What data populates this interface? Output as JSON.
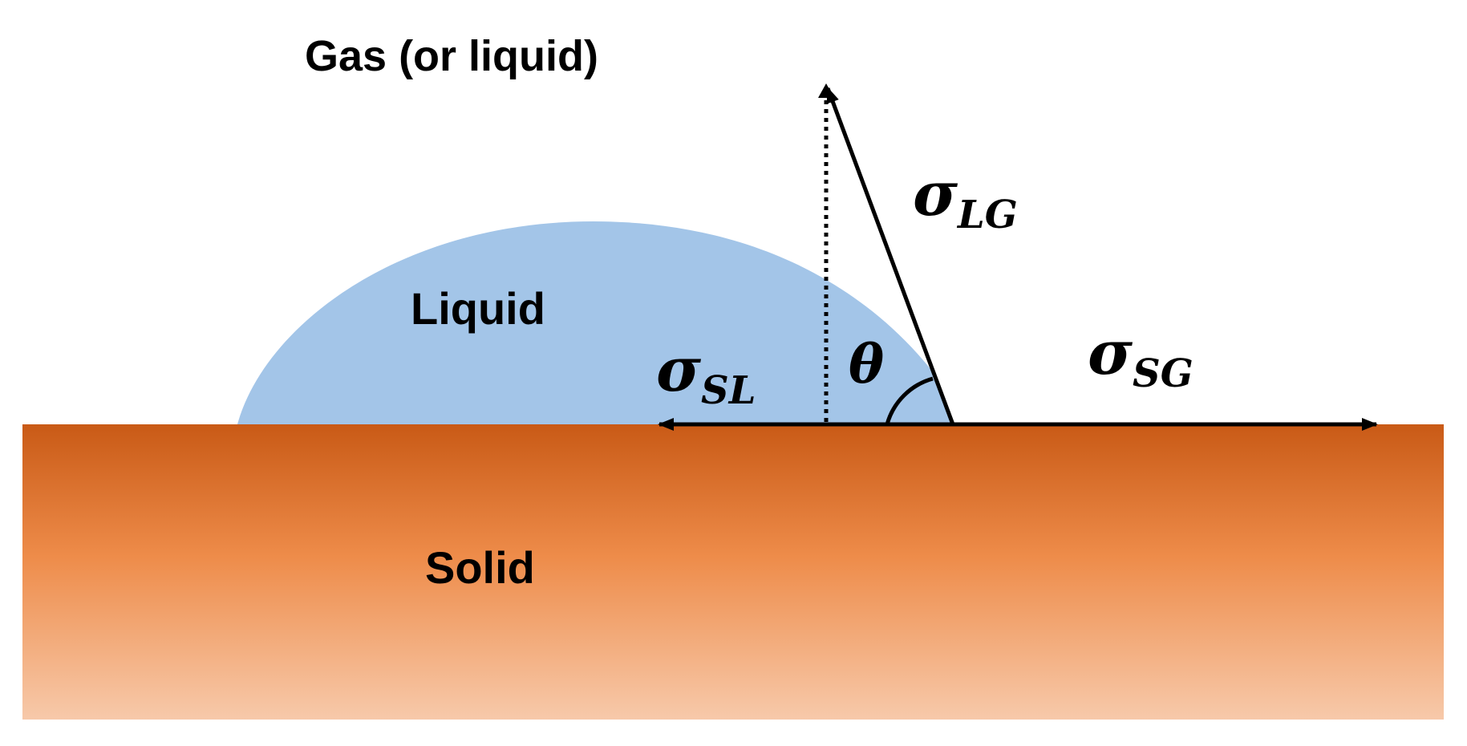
{
  "labels": {
    "gas": "Gas (or liquid)",
    "liquid": "Liquid",
    "solid": "Solid",
    "theta": "θ",
    "sigma_lg": {
      "symbol": "σ",
      "subscript": "LG"
    },
    "sigma_sl": {
      "symbol": "σ",
      "subscript": "SL"
    },
    "sigma_sg": {
      "symbol": "σ",
      "subscript": "SG"
    }
  },
  "colors": {
    "liquid": "#a3c5e8",
    "solid_top": "#c95a16",
    "solid_mid": "#ee8c4a",
    "solid_bottom": "#f7c9aa",
    "lines": "#000000"
  }
}
